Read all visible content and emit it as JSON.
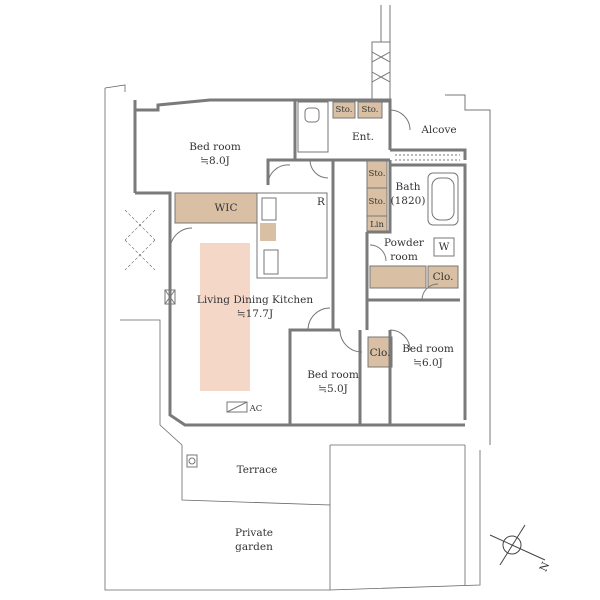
{
  "rooms": {
    "bedroom_nw": {
      "name": "Bed room",
      "area": "≒8.0J"
    },
    "wic": {
      "name": "WIC"
    },
    "ldk": {
      "name": "Living Dining Kitchen",
      "area": "≒17.7J"
    },
    "fridge": {
      "name": "R"
    },
    "entrance": {
      "name": "Ent."
    },
    "alcove": {
      "name": "Alcove"
    },
    "sto1": {
      "name": "Sto."
    },
    "sto2": {
      "name": "Sto."
    },
    "sto3": {
      "name": "Sto."
    },
    "sto4": {
      "name": "Sto."
    },
    "lin": {
      "name": "Lin"
    },
    "bath": {
      "name": "Bath",
      "size": "(1820)"
    },
    "powder": {
      "name": "Powder",
      "name2": "room"
    },
    "washer": {
      "name": "W"
    },
    "clo1": {
      "name": "Clo."
    },
    "clo2": {
      "name": "Clo."
    },
    "bedroom_e": {
      "name": "Bed room",
      "area": "≒6.0J"
    },
    "bedroom_s": {
      "name": "Bed room",
      "area": "≒5.0J"
    },
    "ac": {
      "name": "AC"
    },
    "terrace": {
      "name": "Terrace"
    },
    "garden": {
      "name": "Private",
      "name2": "garden"
    },
    "north": {
      "name": "N"
    }
  },
  "colors": {
    "wall": "#7a7a7a",
    "storage": "#d9c0a4",
    "ldk_floor": "#f5d7c8",
    "line": "#666666"
  }
}
